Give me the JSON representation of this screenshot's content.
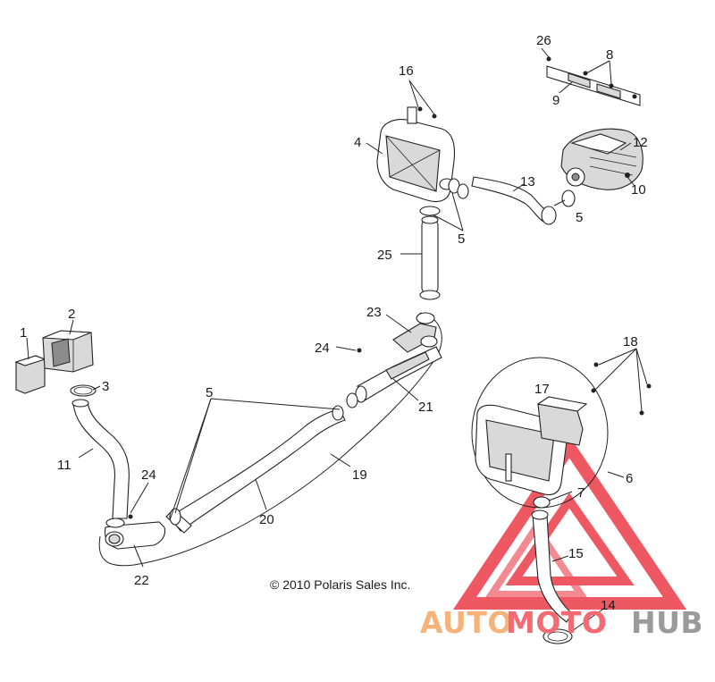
{
  "copyright": "© 2010 Polaris Sales Inc.",
  "watermark": {
    "word_auto": "AUTO",
    "word_moto": "MOTO",
    "word_hub": "HUB",
    "colors": {
      "auto": "#f7b27a",
      "moto": "#f46a72",
      "hub": "#9a9a9a",
      "triangle": "#ec3b47"
    }
  },
  "callouts": {
    "c1": "1",
    "c2": "2",
    "c3": "3",
    "c4": "4",
    "c5a": "5",
    "c5b": "5",
    "c5c": "5",
    "c6": "6",
    "c7": "7",
    "c8": "8",
    "c9": "9",
    "c10": "10",
    "c11": "11",
    "c12": "12",
    "c13": "13",
    "c14": "14",
    "c15": "15",
    "c16": "16",
    "c17": "17",
    "c18": "18",
    "c19": "19",
    "c20": "20",
    "c21": "21",
    "c22": "22",
    "c23": "23",
    "c24a": "24",
    "c24b": "24",
    "c25": "25",
    "c26": "26"
  }
}
